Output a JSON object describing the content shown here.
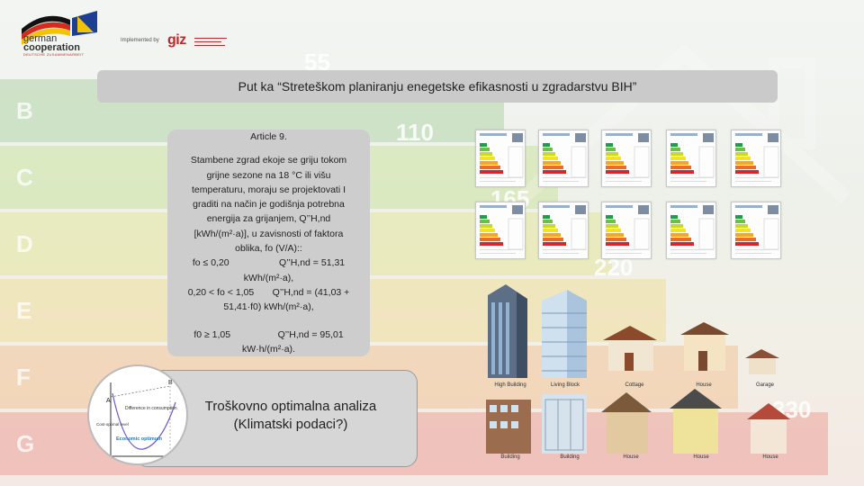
{
  "header": {
    "gc_line1": "german",
    "gc_line2": "cooperation",
    "gc_sub": "DEUTSCHE ZUSAMMENARBEIT",
    "implemented_by": "Implemented by",
    "giz": "giz"
  },
  "title": "Put ka “Streteškom planiranju enegetske efikasnosti u zgradarstvu BIH”",
  "article": {
    "heading": "Article 9.",
    "lines": [
      "Stambene zgrad ekoje se griju tokom",
      "grijne sezone na 18 °C ili višu",
      "temperaturu, moraju se projektovati I",
      "graditi na način je godišnja potrebna",
      "energija za grijanjem, Q’’H,nd",
      "[kWh/(m²·a)], u zavisnosti of faktora",
      "oblika, fo (V/A)::",
      "fo ≤ 0,20                   Q’’H,nd = 51,31",
      "kWh/(m²·a),",
      "0,20 < fo < 1,05       Q’’H,nd = (41,03 +",
      "51,41·f0) kWh/(m²·a),"
    ],
    "tail": [
      "f0 ≥ 1,05                  Q’’H,nd = 95,01",
      "kW·h/(m²·a)."
    ]
  },
  "analysis": {
    "line1": "Troškovno optimalna analiza",
    "line2": "(Klimatski podaci?)"
  },
  "graph": {
    "label_a": "A",
    "label_b": "B",
    "diff_label": "Difference in consumption",
    "cost_label": "Cost-optimal level",
    "econ_label": "Economic optimum"
  },
  "background": {
    "letters": [
      "B",
      "C",
      "D",
      "E",
      "F",
      "G"
    ],
    "numbers": [
      "55",
      "110",
      "165",
      "220",
      "330"
    ]
  },
  "buildings": {
    "row1": [
      "High Building",
      "Living Block",
      "Cottage",
      "House",
      "Garage"
    ],
    "row2": [
      "Building",
      "Building",
      "House",
      "House",
      "House"
    ]
  },
  "colors": {
    "title_bar": "#cacaca",
    "text_box": "#cdcdcd",
    "accent_red": "#c1272d"
  }
}
